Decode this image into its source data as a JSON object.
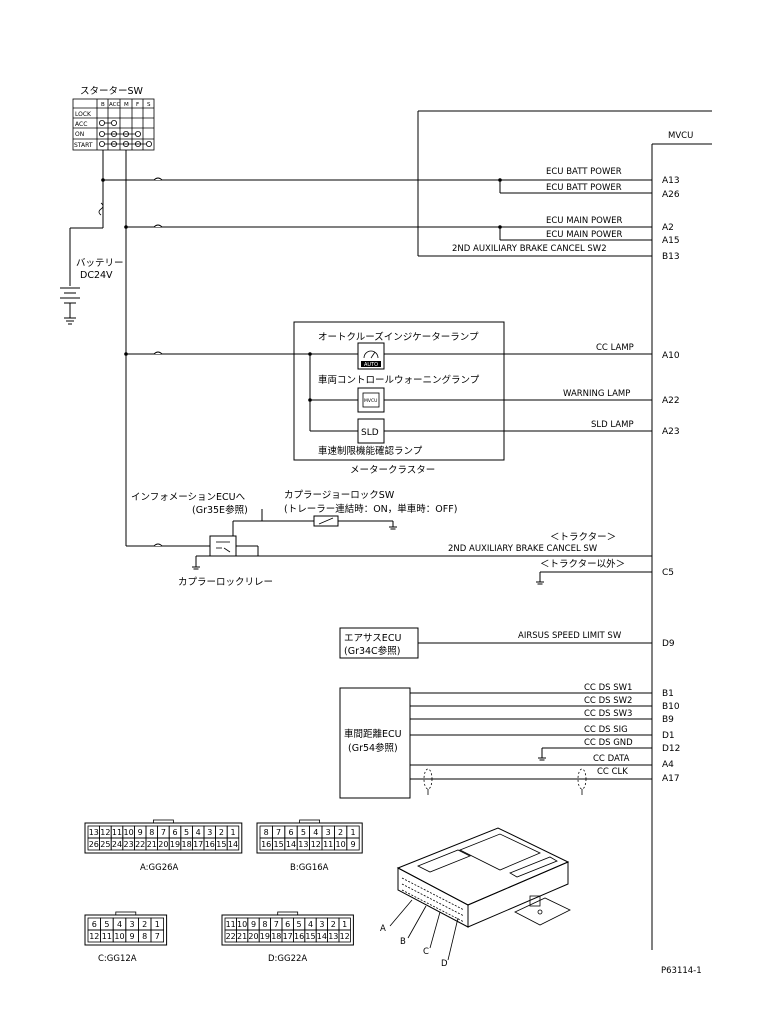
{
  "starter": {
    "title": "スターターSW",
    "cols": [
      "B",
      "ACC",
      "M",
      "F",
      "S"
    ],
    "rows": [
      "LOCK",
      "ACC",
      "ON",
      "START"
    ]
  },
  "battery": {
    "label": "バッテリー",
    "voltage": "DC24V"
  },
  "ecu": {
    "name": "MVCU",
    "footer_code": "P63114-1"
  },
  "signals": {
    "ecu_batt_power_1": "ECU BATT POWER",
    "ecu_batt_power_2": "ECU BATT POWER",
    "ecu_main_power_1": "ECU MAIN POWER",
    "ecu_main_power_2": "ECU MAIN POWER",
    "aux_brake_cancel": "2ND AUXILIARY BRAKE CANCEL SW2",
    "cc_lamp": "CC LAMP",
    "warning_lamp": "WARNING LAMP",
    "sld_lamp": "SLD LAMP",
    "aux_brake_cancel_sw": "2ND AUXILIARY BRAKE CANCEL SW",
    "airsus_limit": "AIRSUS SPEED LIMIT SW",
    "cc_ds_sw1": "CC DS SW1",
    "cc_ds_sw2": "CC DS SW2",
    "cc_ds_sw3": "CC DS SW3",
    "cc_ds_sig": "CC DS SIG",
    "cc_ds_gnd": "CC DS GND",
    "cc_data": "CC DATA",
    "cc_clk": "CC CLK"
  },
  "pins": {
    "a13": "A13",
    "a26": "A26",
    "a2": "A2",
    "a15": "A15",
    "b13": "B13",
    "a10": "A10",
    "a22": "A22",
    "a23": "A23",
    "c5": "C5",
    "d9": "D9",
    "b1": "B1",
    "b10": "B10",
    "b9": "B9",
    "d1": "D1",
    "d12": "D12",
    "a4": "A4",
    "a17": "A17"
  },
  "meter": {
    "auto_cruise_lamp": "オートクルーズインジケーターランプ",
    "auto_icon": "AUTO",
    "vehicle_warning_lamp": "車両コントロールウォーニングランプ",
    "mvcu_icon": "MVCU",
    "sld_icon": "SLD",
    "speed_limit_lamp": "車速制限機能確認ランプ",
    "cluster_label": "メータークラスター"
  },
  "info_ecu": {
    "label": "インフォメーションECUへ",
    "ref": "(Gr35E参照)"
  },
  "coupler_sw": {
    "label": "カプラージョーロックSW",
    "note": "(トレーラー連結時：ON，単車時：OFF)"
  },
  "coupler_relay": {
    "label": "カプラーロックリレー"
  },
  "tractor": {
    "tractor": "＜トラクター＞",
    "tractor_other": "＜トラクター以外＞"
  },
  "airsus_ecu": {
    "name": "エアサスECU",
    "ref": "(Gr34C参照)"
  },
  "distance_ecu": {
    "name": "車間距離ECU",
    "ref": "(Gr54参照)"
  },
  "connectors": {
    "a": {
      "label": "A:GG26A",
      "top": [
        "13",
        "12",
        "11",
        "10",
        "9",
        "8",
        "7",
        "6",
        "5",
        "4",
        "3",
        "2",
        "1"
      ],
      "bottom": [
        "26",
        "25",
        "24",
        "23",
        "22",
        "21",
        "20",
        "19",
        "18",
        "17",
        "16",
        "15",
        "14"
      ]
    },
    "b": {
      "label": "B:GG16A",
      "top": [
        "8",
        "7",
        "6",
        "5",
        "4",
        "3",
        "2",
        "1"
      ],
      "bottom": [
        "16",
        "15",
        "14",
        "13",
        "12",
        "11",
        "10",
        "9"
      ]
    },
    "c": {
      "label": "C:GG12A",
      "top": [
        "6",
        "5",
        "4",
        "3",
        "2",
        "1"
      ],
      "bottom": [
        "12",
        "11",
        "10",
        "9",
        "8",
        "7"
      ]
    },
    "d": {
      "label": "D:GG22A",
      "top": [
        "11",
        "10",
        "9",
        "8",
        "7",
        "6",
        "5",
        "4",
        "3",
        "2",
        "1"
      ],
      "bottom": [
        "22",
        "21",
        "20",
        "19",
        "18",
        "17",
        "16",
        "15",
        "14",
        "13",
        "12"
      ]
    }
  },
  "ecu_picture_labels": {
    "a": "A",
    "b": "B",
    "c": "C",
    "d": "D"
  }
}
